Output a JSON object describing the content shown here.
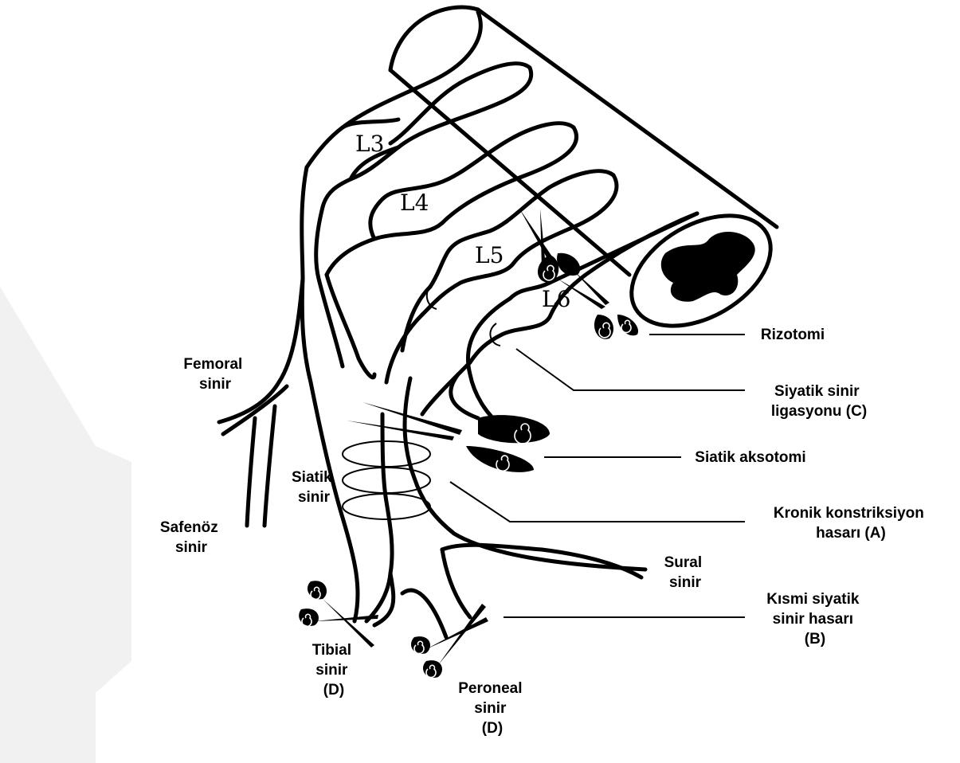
{
  "roots": {
    "l3": "L3",
    "l4": "L4",
    "l5": "L5",
    "l6": "L6"
  },
  "nerves": {
    "femoral": [
      "Femoral",
      "sinir"
    ],
    "saphenous": [
      "Safenöz",
      "sinir"
    ],
    "sciatic": [
      "Siatik",
      "sinir"
    ],
    "sural": [
      "Sural",
      "sinir"
    ],
    "tibial": [
      "Tibial",
      "sinir",
      "(D)"
    ],
    "peroneal": [
      "Peroneal",
      "sinir",
      "(D)"
    ]
  },
  "procedures": {
    "rhizotomy": [
      "Rizotomi"
    ],
    "ligation": [
      "Siyatik sinir",
      "ligasyonu (C)"
    ],
    "axotomy": [
      "Siatik aksotomi"
    ],
    "cci": [
      "Kronik konstriksiyon",
      "hasarı (A)"
    ],
    "psni": [
      "Kısmi siyatik",
      "sinir hasarı",
      "(B)"
    ]
  },
  "colors": {
    "ink": "#000000",
    "background": "#ffffff",
    "watermark": "#f1f1f1"
  }
}
